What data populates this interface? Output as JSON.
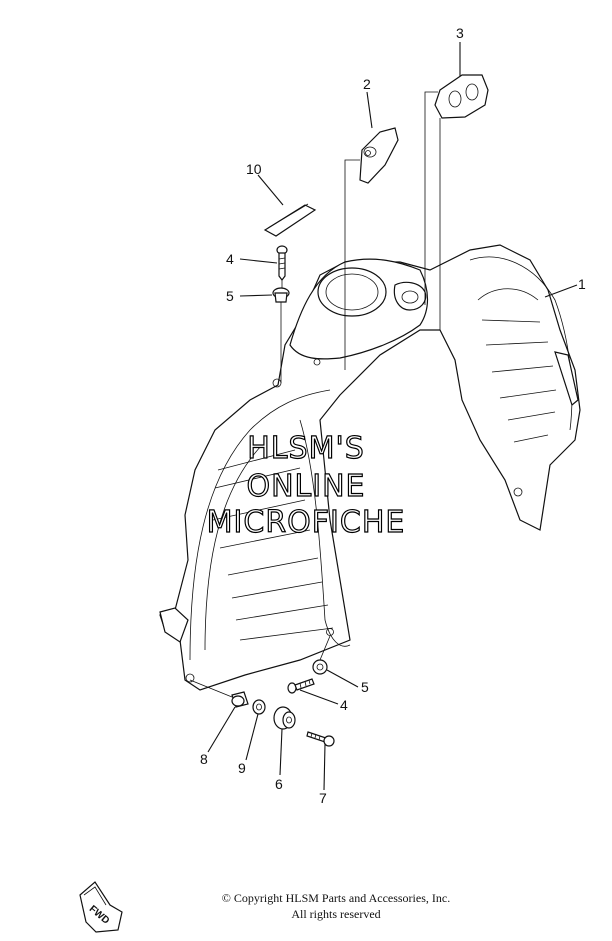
{
  "callouts": [
    {
      "id": "1",
      "label": "1"
    },
    {
      "id": "2",
      "label": "2"
    },
    {
      "id": "3",
      "label": "3"
    },
    {
      "id": "4a",
      "label": "4"
    },
    {
      "id": "4b",
      "label": "4"
    },
    {
      "id": "5a",
      "label": "5"
    },
    {
      "id": "5b",
      "label": "5"
    },
    {
      "id": "6",
      "label": "6"
    },
    {
      "id": "7",
      "label": "7"
    },
    {
      "id": "8",
      "label": "8"
    },
    {
      "id": "9",
      "label": "9"
    },
    {
      "id": "10",
      "label": "10"
    }
  ],
  "watermark": {
    "line1": "HLSM'S",
    "line2": "ONLINE",
    "line3": "MICROFICHE"
  },
  "copyright": {
    "line1": "© Copyright HLSM Parts and Accessories, Inc.",
    "line2": "All rights reserved"
  },
  "direction_badge": {
    "label": "FWD"
  }
}
